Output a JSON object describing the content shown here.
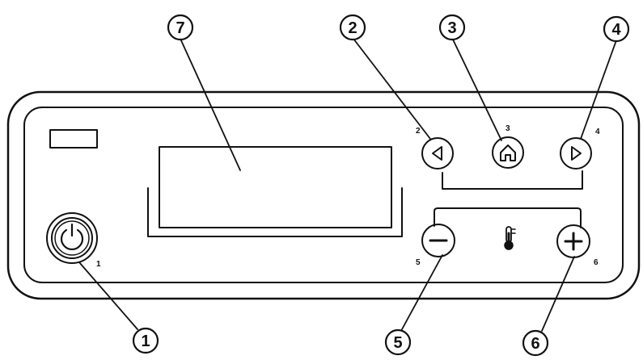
{
  "callouts": {
    "c1": "1",
    "c2": "2",
    "c3": "3",
    "c4": "4",
    "c5": "5",
    "c6": "6",
    "c7": "7"
  },
  "panel_labels": {
    "power": "1",
    "left": "2",
    "home": "3",
    "right": "4",
    "minus": "5",
    "plus": "6"
  },
  "icons": {
    "power": "power-icon",
    "left": "triangle-left-icon",
    "home": "home-icon",
    "right": "triangle-right-icon",
    "minus": "minus-icon",
    "plus": "plus-icon",
    "thermometer": "thermometer-icon"
  },
  "colors": {
    "ink": "#111111",
    "background": "#ffffff"
  }
}
